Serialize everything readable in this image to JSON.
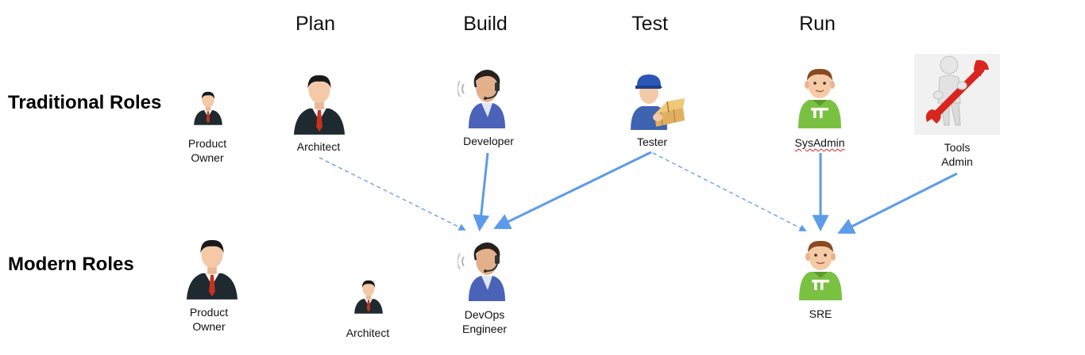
{
  "phases": {
    "plan": "Plan",
    "build": "Build",
    "test": "Test",
    "run": "Run"
  },
  "rows": {
    "traditional": "Traditional Roles",
    "modern": "Modern Roles"
  },
  "traditional_roles": {
    "product_owner": [
      "Product",
      "Owner"
    ],
    "architect": "Architect",
    "developer": "Developer",
    "tester": "Tester",
    "sysadmin": "SysAdmin",
    "tools_admin": [
      "Tools",
      "Admin"
    ]
  },
  "modern_roles": {
    "product_owner": [
      "Product",
      "Owner"
    ],
    "architect": "Architect",
    "devops_engineer": [
      "DevOps",
      "Engineer"
    ],
    "sre": "SRE"
  },
  "badge_text": "IT",
  "colors": {
    "arrow": "#5b9bea",
    "suit": "#1f2a30",
    "tie": "#c8321e",
    "skin": "#f3c9a8",
    "green_shirt": "#7ac142",
    "headset_shirt": "#4a63b8",
    "wrench": "#d8261f"
  }
}
